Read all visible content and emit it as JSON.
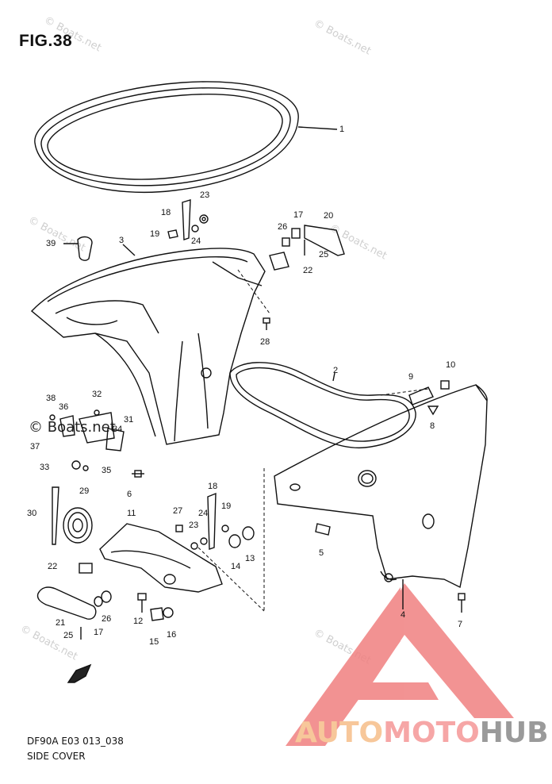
{
  "title": "FIG.38",
  "footer": {
    "code": "DF90A E03 013_038",
    "name": "SIDE COVER"
  },
  "watermark": "© Boats.net",
  "brand": {
    "part1": "AUTO",
    "part2": "MOTO",
    "part3": "HUB",
    "colors": {
      "auto": "#f7c79a",
      "moto": "#f6a6a6",
      "hub": "#9a9a9a",
      "triangle": "#f08080"
    }
  },
  "callouts": [
    "1",
    "3",
    "39",
    "18",
    "23",
    "19",
    "24",
    "17",
    "26",
    "20",
    "25",
    "22",
    "28",
    "2",
    "9",
    "10",
    "8",
    "38",
    "36",
    "32",
    "31",
    "37",
    "34",
    "33",
    "35",
    "6",
    "30",
    "29",
    "11",
    "27",
    "18",
    "19",
    "24",
    "23",
    "14",
    "13",
    "5",
    "22",
    "21",
    "26",
    "17",
    "25",
    "12",
    "15",
    "16",
    "4",
    "7"
  ]
}
